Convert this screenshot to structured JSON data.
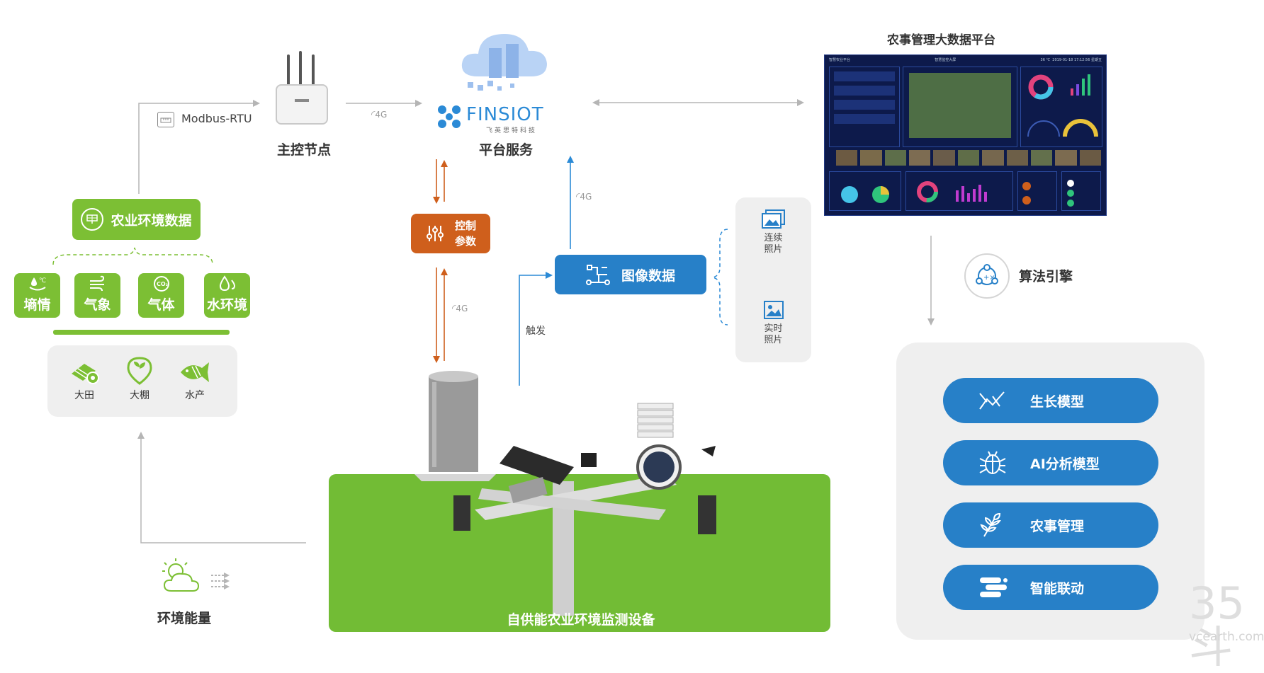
{
  "nodes": {
    "main_node": "主控节点",
    "platform": "平台服务",
    "platform_brand": "FINSIOT",
    "platform_brand_cn": "飞英思特科技",
    "big_data": "农事管理大数据平台",
    "device": "自供能农业环境监测设备",
    "energy": "环境能量",
    "algo": "算法引擎"
  },
  "links": {
    "modbus": "Modbus-RTU",
    "g4_a": "4G",
    "g4_b": "4G",
    "g4_c": "4G",
    "trigger": "触发"
  },
  "control": {
    "line1": "控制",
    "line2": "参数"
  },
  "image_data": "图像数据",
  "photos": [
    {
      "line1": "连续",
      "line2": "照片"
    },
    {
      "line1": "实时",
      "line2": "照片"
    }
  ],
  "agri": {
    "title": "农业环境数据",
    "categories": [
      "墒情",
      "气象",
      "气体",
      "水环境"
    ],
    "scenes": [
      "大田",
      "大棚",
      "水产"
    ]
  },
  "models": [
    "生长模型",
    "AI分析模型",
    "农事管理",
    "智能联动"
  ],
  "dashboard": {
    "header_left": "智慧农业平台",
    "header_center": "智慧监控大屏",
    "header_right": "2019-01-18 17:12:56 星期五",
    "temp": "36 ℃"
  },
  "watermark": {
    "main": "35斗",
    "sub": "vcearth.com"
  },
  "colors": {
    "green": "#7cbf34",
    "blue": "#2780c8",
    "orange": "#cf5f1c",
    "arrow_gray": "#b5b5b5",
    "dash_blue": "#2b8ad6"
  }
}
